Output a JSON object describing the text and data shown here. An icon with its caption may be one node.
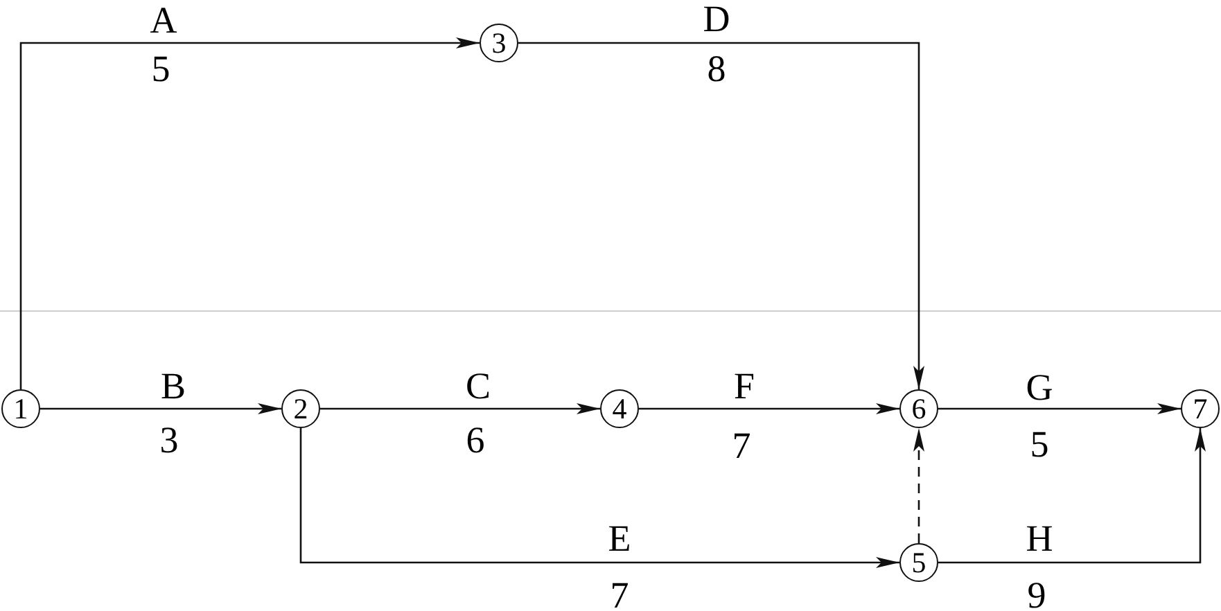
{
  "diagram": {
    "nodes": [
      {
        "text": [
          "1"
        ]
      },
      {
        "text": [
          "2"
        ]
      },
      {
        "text": [
          "3"
        ]
      },
      {
        "text": [
          "4"
        ]
      },
      {
        "text": [
          "5"
        ]
      },
      {
        "text": [
          "6"
        ]
      },
      {
        "text": [
          "7"
        ]
      }
    ],
    "edges": [
      {
        "from": 0,
        "to": 2,
        "arrow": "to",
        "label": "A"
      },
      {
        "from": 2,
        "to": 5,
        "arrow": "to",
        "label": "D"
      },
      {
        "from": 0,
        "to": 1,
        "arrow": "to",
        "label": "B"
      },
      {
        "from": 1,
        "to": 3,
        "arrow": "to",
        "label": "C"
      },
      {
        "from": 3,
        "to": 5,
        "arrow": "to",
        "label": "F"
      },
      {
        "from": 5,
        "to": 6,
        "arrow": "to",
        "label": "G"
      },
      {
        "from": 1,
        "to": 4,
        "arrow": "to",
        "label": "E"
      },
      {
        "from": 4,
        "to": 5,
        "arrow": "to",
        "style": "dashed"
      },
      {
        "from": 4,
        "to": 6,
        "arrow": "to",
        "label": "H"
      }
    ],
    "labels": [
      "5",
      "8",
      "3",
      "6",
      "7",
      "5",
      "7",
      "9"
    ]
  }
}
